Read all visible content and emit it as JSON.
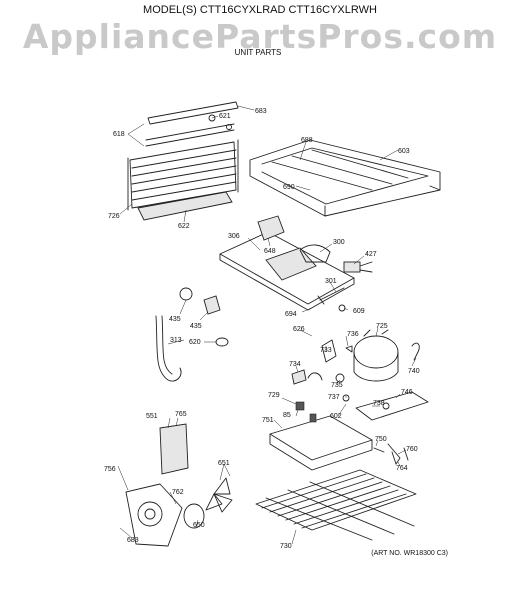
{
  "header": {
    "model_line": "MODEL(S) CTT16CYXLRAD  CTT16CYXLRWH",
    "section_title": "UNIT PARTS",
    "watermark": "AppliancePartsPros.com"
  },
  "footer": {
    "art_number": "(ART NO. WR18300 C3)"
  },
  "part_labels": [
    "683",
    "621",
    "618",
    "688",
    "603",
    "690",
    "726",
    "622",
    "306",
    "648",
    "300",
    "427",
    "301",
    "609",
    "694",
    "435",
    "435",
    "313",
    "620",
    "626",
    "736",
    "725",
    "733",
    "740",
    "734",
    "735",
    "729",
    "737",
    "746",
    "738",
    "85",
    "602",
    "551",
    "765",
    "751",
    "750",
    "760",
    "764",
    "651",
    "756",
    "762",
    "650",
    "683",
    "730"
  ]
}
